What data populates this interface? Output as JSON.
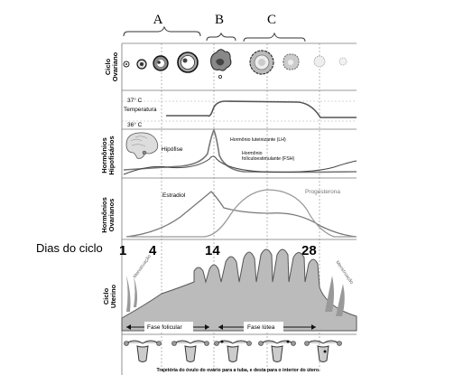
{
  "phase_letters": [
    "A",
    "B",
    "C"
  ],
  "rows": {
    "ovarian": [
      "Ciclo",
      "Ovariano"
    ],
    "temperature": "Temperatura",
    "pituitary": [
      "Hormônios",
      "Hipofisários"
    ],
    "ovarian_hormones": [
      "Hormônios",
      "Ovarianos"
    ],
    "uterine": [
      "Ciclo",
      "Uterino"
    ]
  },
  "temperature_marks": [
    "37° C",
    "36° C"
  ],
  "hormones": {
    "hipofise": "Hipófise",
    "lh": "Hormônio luteinizante (LH)",
    "fsh_line1": "Hormônio",
    "fsh_line2": "folículoestimulante (FSH)",
    "estradiol": "Estradiol",
    "progesterona": "Progesterona"
  },
  "days": {
    "label": "Dias do ciclo",
    "ticks": [
      "1",
      "4",
      "14",
      "28"
    ]
  },
  "uterine_text": {
    "menstruation_left": "Menstruação",
    "menstruation_right": "Menstruação"
  },
  "phases": {
    "follicular": "Fase folicular",
    "luteal": "Fase lútea"
  },
  "caption": "Trajetória do óvulo do ovário para a tuba, e desta para o interior do útero."
}
